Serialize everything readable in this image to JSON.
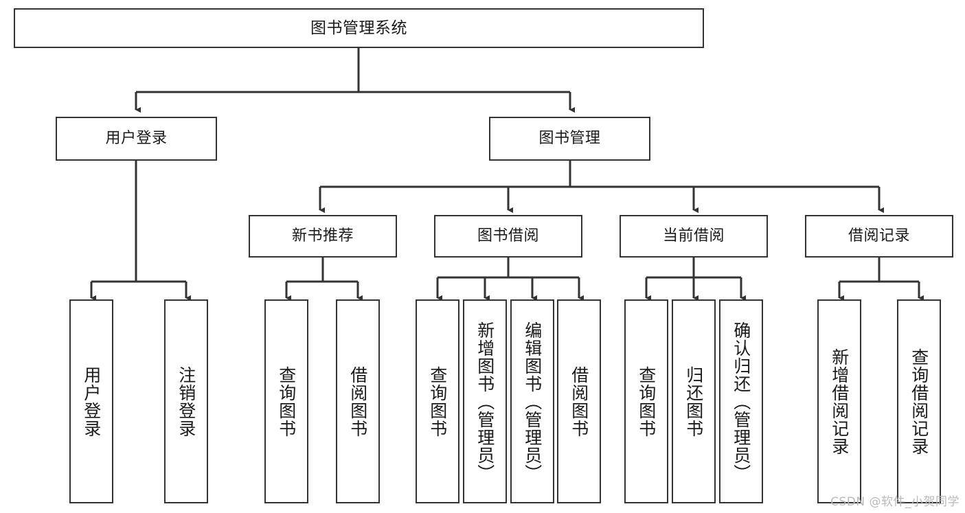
{
  "diagram": {
    "title": "图书管理系统",
    "type": "tree-hierarchy",
    "watermark": "CSDN @软件_小贺同学",
    "colors": {
      "background": "#ffffff",
      "node_border": "#333333",
      "node_fill": "#ffffff",
      "edge": "#333333",
      "text": "#1a1a1a",
      "watermark": "#b9b9b9"
    },
    "nodes": {
      "root": {
        "label": "图书管理系统",
        "level": 0
      },
      "user_login": {
        "label": "用户登录",
        "level": 1
      },
      "book_manage": {
        "label": "图书管理",
        "level": 1
      },
      "new_book_rec": {
        "label": "新书推荐",
        "level": 2
      },
      "book_borrow": {
        "label": "图书借阅",
        "level": 2
      },
      "current_borrow": {
        "label": "当前借阅",
        "level": 2
      },
      "borrow_record": {
        "label": "借阅记录",
        "level": 2
      },
      "leaf_user_login": {
        "label": "用户登录",
        "level": 3
      },
      "leaf_logout": {
        "label": "注销登录",
        "level": 3
      },
      "leaf_query_book_1": {
        "label": "查询图书",
        "level": 3
      },
      "leaf_borrow_book_1": {
        "label": "借阅图书",
        "level": 3
      },
      "leaf_query_book_2": {
        "label": "查询图书",
        "level": 3
      },
      "leaf_add_book_admin": {
        "label": "新增图书（管理员）",
        "level": 3
      },
      "leaf_edit_book_admin": {
        "label": "编辑图书（管理员）",
        "level": 3
      },
      "leaf_borrow_book_2": {
        "label": "借阅图书",
        "level": 3
      },
      "leaf_query_book_3": {
        "label": "查询图书",
        "level": 3
      },
      "leaf_return_book": {
        "label": "归还图书",
        "level": 3
      },
      "leaf_confirm_return_admin": {
        "label": "确认归还（管理员）",
        "level": 3
      },
      "leaf_add_borrow_record": {
        "label": "新增借阅记录",
        "level": 3
      },
      "leaf_query_borrow_record": {
        "label": "查询借阅记录",
        "level": 3
      }
    }
  }
}
